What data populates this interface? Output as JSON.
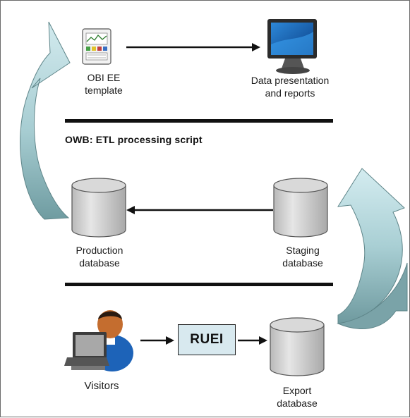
{
  "nodes": {
    "obiee_template": {
      "line1": "OBI EE",
      "line2": "template"
    },
    "data_presentation": {
      "line1": "Data presentation",
      "line2": "and reports"
    },
    "production_db": {
      "line1": "Production",
      "line2": "database"
    },
    "staging_db": {
      "line1": "Staging",
      "line2": "database"
    },
    "visitors": {
      "label": "Visitors"
    },
    "ruei": {
      "label": "RUEI"
    },
    "export_db": {
      "line1": "Export",
      "line2": "database"
    }
  },
  "section_heading": "OWB: ETL processing script",
  "colors": {
    "db_fill_light": "#e2e2e2",
    "db_fill_dark": "#b8b8b8",
    "arrow_fill_light": "#cfe6ea",
    "arrow_fill_dark": "#7aa8ad",
    "ruei_fill": "#d8e9ef",
    "rule": "#111111"
  }
}
